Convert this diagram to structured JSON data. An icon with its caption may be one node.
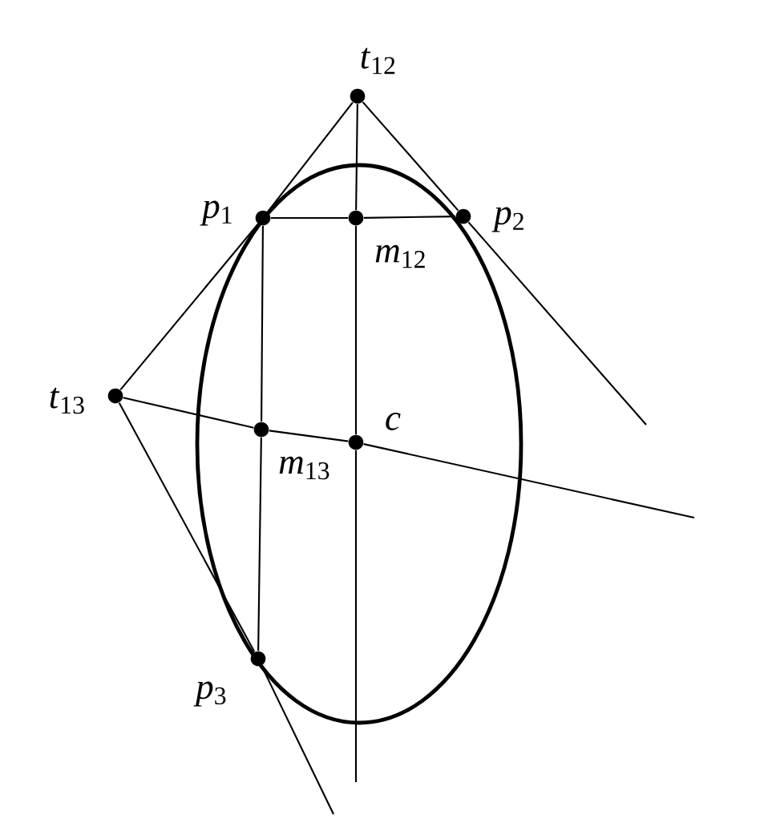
{
  "diagram": {
    "nodes": [
      {
        "text": [],
        "shape": "circle",
        "beside": [
          "*t*$_{12}$"
        ]
      },
      {
        "text": [],
        "shape": "circle",
        "beside": [
          "*p*$_{1}$"
        ]
      },
      {
        "text": [],
        "shape": "circle",
        "beside": [
          "*m*$_{12}$"
        ]
      },
      {
        "text": [],
        "shape": "circle",
        "beside": [
          "*p*$_{2}$"
        ]
      },
      {
        "text": [],
        "shape": "circle",
        "beside": [
          "*t*$_{13}$"
        ]
      },
      {
        "text": [],
        "shape": "circle",
        "beside": [
          "*m*$_{13}$"
        ]
      },
      {
        "text": [],
        "shape": "circle",
        "beside": [
          "*c*"
        ]
      },
      {
        "text": [],
        "shape": "circle",
        "beside": [
          "*p*$_{3}$"
        ]
      }
    ],
    "edges": [
      {
        "from": 0,
        "to": 1,
        "arrow": "none"
      },
      {
        "from": 1,
        "to": 4,
        "arrow": "none"
      },
      {
        "from": 0,
        "to": 3,
        "arrow": "none"
      },
      {
        "from": 3,
        "to": null,
        "arrow": "none"
      },
      {
        "from": 0,
        "to": 2,
        "arrow": "none"
      },
      {
        "from": 2,
        "to": 6,
        "arrow": "none"
      },
      {
        "from": 6,
        "to": null,
        "arrow": "none"
      },
      {
        "from": 1,
        "to": 2,
        "arrow": "none"
      },
      {
        "from": 2,
        "to": 3,
        "arrow": "none"
      },
      {
        "from": 1,
        "to": 5,
        "arrow": "none"
      },
      {
        "from": 5,
        "to": 7,
        "arrow": "none"
      },
      {
        "from": 4,
        "to": 5,
        "arrow": "none"
      },
      {
        "from": 5,
        "to": 6,
        "arrow": "none"
      },
      {
        "from": 6,
        "to": null,
        "arrow": "none"
      },
      {
        "from": 4,
        "to": 7,
        "arrow": "none"
      },
      {
        "from": 7,
        "to": null,
        "arrow": "none"
      }
    ]
  }
}
